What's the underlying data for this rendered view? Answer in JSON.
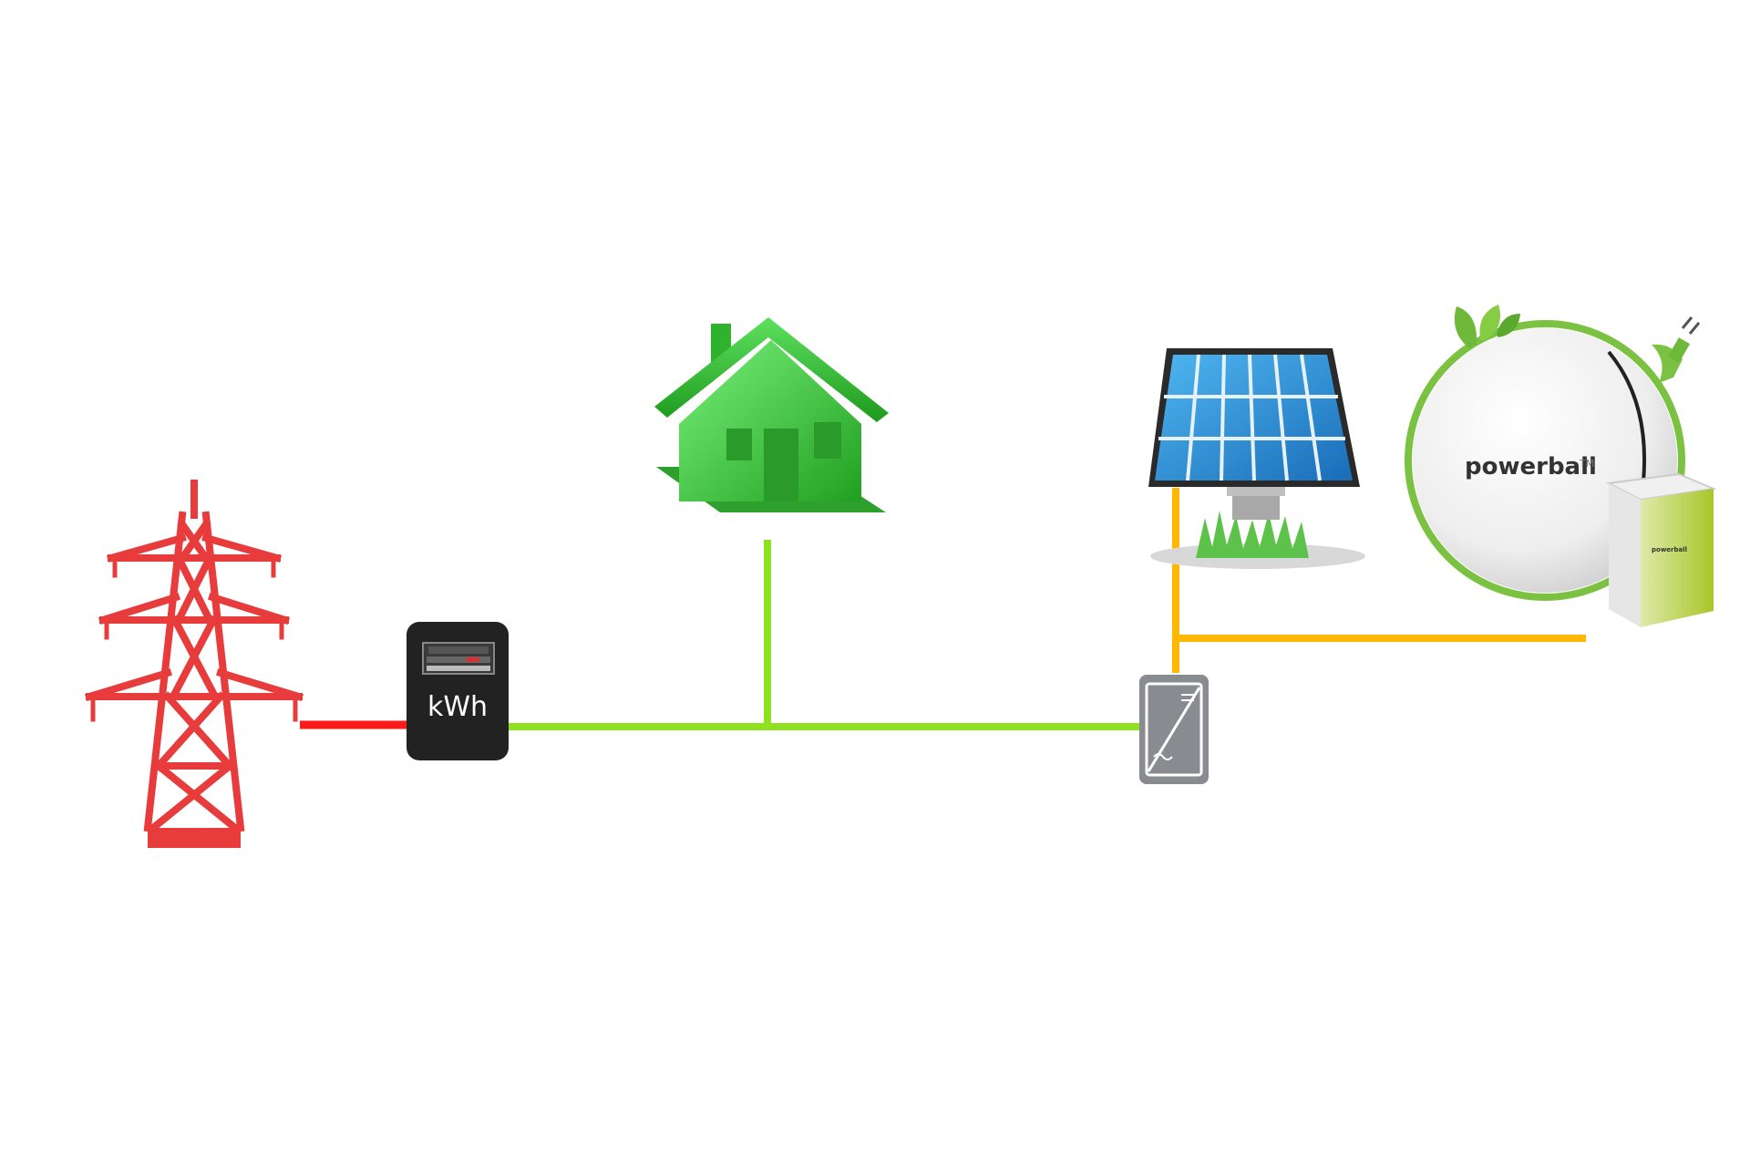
{
  "meter": {
    "label": "kWh"
  },
  "powerball": {
    "brand": "powerball",
    "mark": "TM",
    "tagline": "",
    "unit_label": "powerball"
  },
  "colors": {
    "grid_line": "#ff1a1a",
    "ac_line": "#8fe01f",
    "dc_line": "#ffb800",
    "pylon": "#e83c3c",
    "house": "#33cc33",
    "meter_body": "#222222",
    "panel": "#2b8fd6",
    "inverter": "#888c90",
    "battery": "#b9d636"
  },
  "icons": [
    "transmission-tower-icon",
    "electricity-meter-icon",
    "house-icon",
    "solar-panel-icon",
    "inverter-icon",
    "powerball-battery-icon"
  ]
}
